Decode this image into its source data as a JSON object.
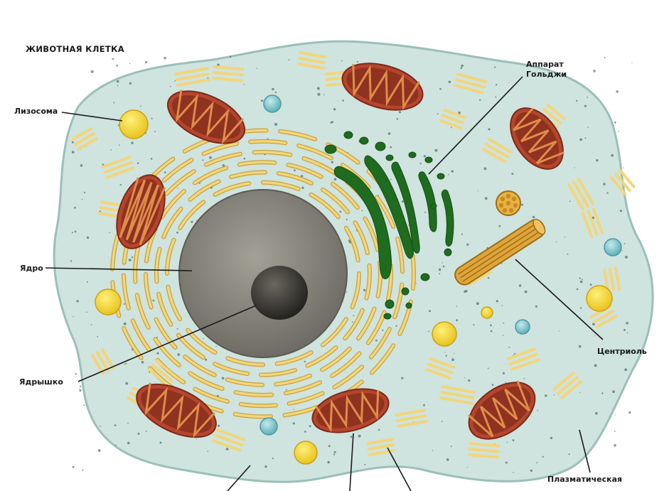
{
  "title": "ЖИВОТНАЯ КЛЕТКА",
  "labels": {
    "lysosome": "Лизосома",
    "golgi_line1": "Аппарат",
    "golgi_line2": "Гольджи",
    "nucleus": "Ядро",
    "nucleolus": "Ядрышко",
    "centriole": "Центриоль",
    "plasma_membrane": "Плазматическая"
  },
  "colors": {
    "cytoplasm": "#cfe3df",
    "cytoplasm_edge": "#9bbfb9",
    "er": "#f2d67a",
    "er_outline": "#c9a13e",
    "nucleus": "#8c8a80",
    "nucleolus": "#3a3833",
    "mitochondria": "#b5452d",
    "golgi": "#1f6b1f",
    "lysosome": "#f5d832",
    "vesicle": "#86c9cf",
    "centriole": "#e0a53a"
  }
}
